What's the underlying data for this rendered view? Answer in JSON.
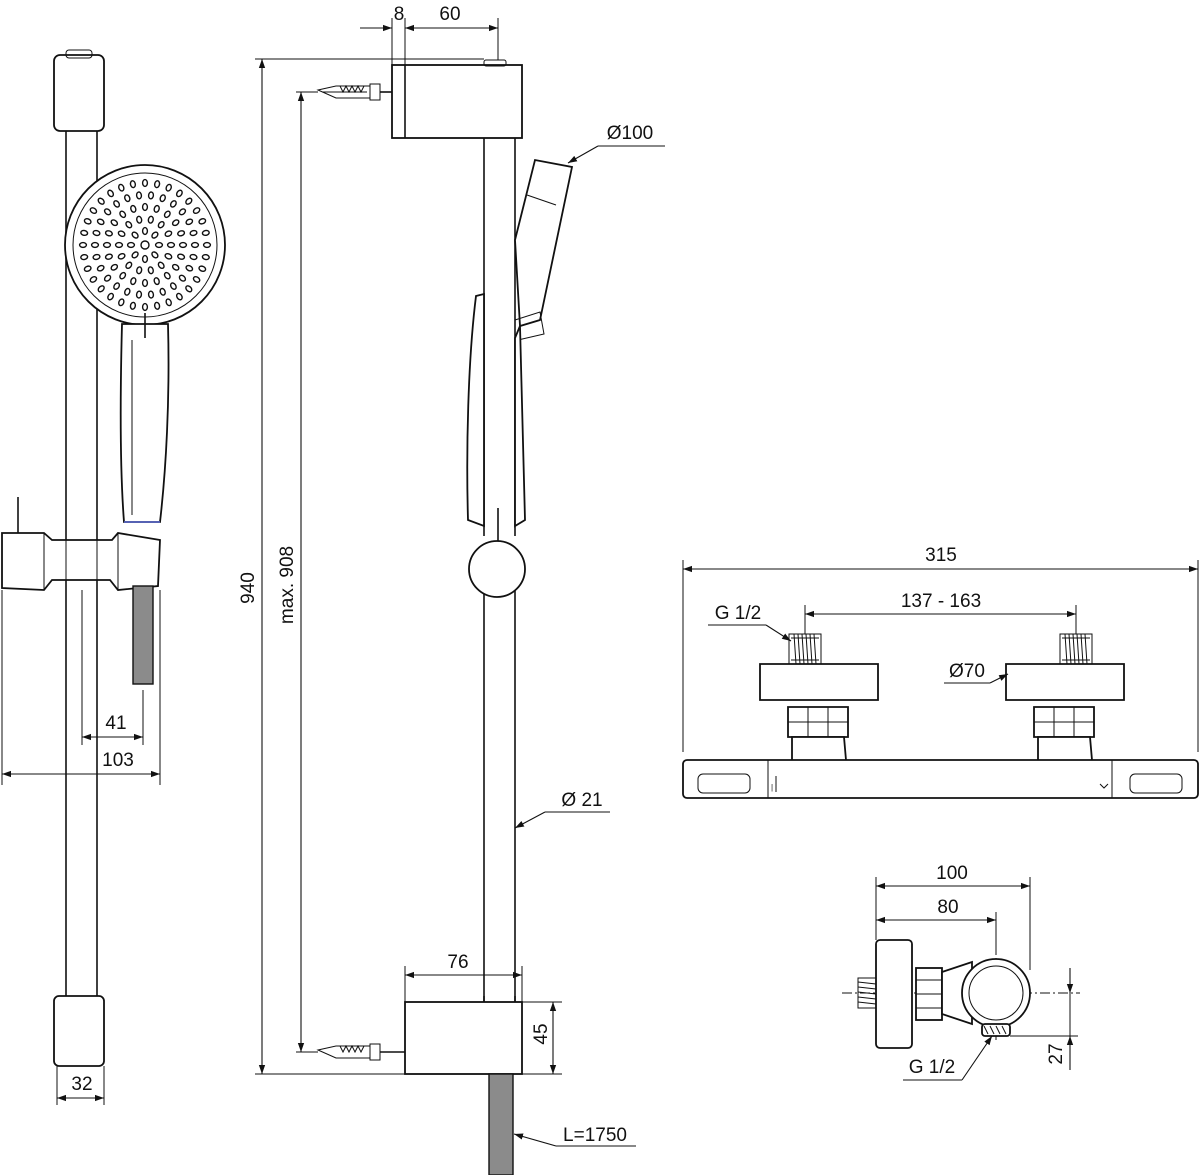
{
  "dimensions": {
    "d_8": "8",
    "d_60": "60",
    "d_100_dia": "Ø100",
    "d_940": "940",
    "d_max908": "max. 908",
    "d_41": "41",
    "d_103": "103",
    "d_21_dia": "Ø 21",
    "d_76": "76",
    "d_45": "45",
    "d_32": "32",
    "d_l1750": "L=1750",
    "d_315": "315",
    "d_137_163": "137 - 163",
    "d_g12_top": "G 1/2",
    "d_70_dia": "Ø70",
    "d_100_side": "100",
    "d_80": "80",
    "d_27": "27",
    "d_g12_bottom": "G 1/2"
  },
  "icons": {
    "hand_shower": "hand-shower-icon",
    "thermostat": "thermostat-icon"
  }
}
